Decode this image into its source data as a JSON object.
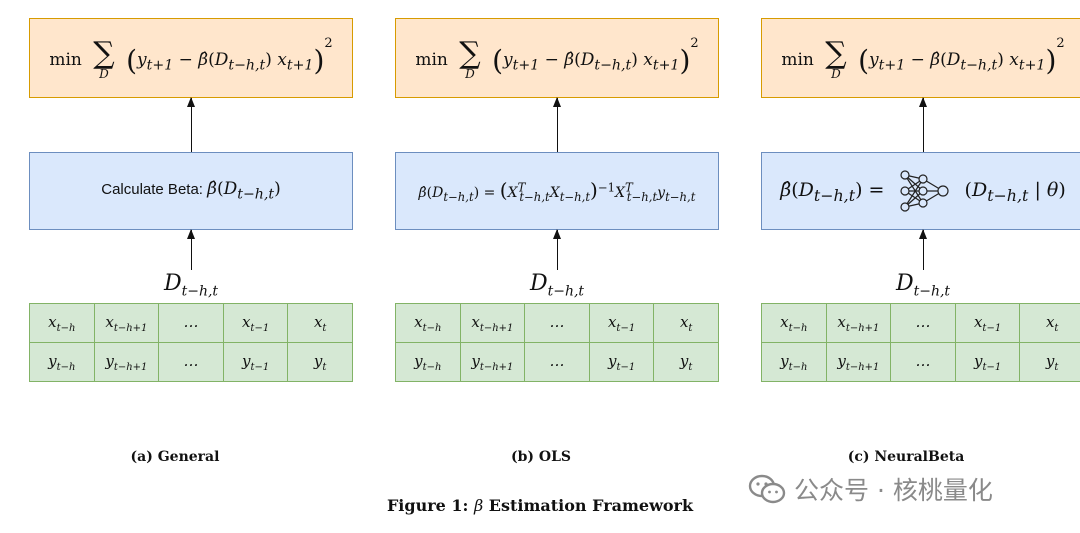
{
  "loss_formula": {
    "min": "min",
    "sum_index": "D",
    "term": "y",
    "term_sub": "t+1",
    "minus": " − ",
    "beta": "β̂",
    "d_var": "D",
    "d_sub": "t−h,t",
    "x_var": "x",
    "x_sub": "t+1",
    "exp": "2"
  },
  "panels": [
    {
      "caption": "(a) General",
      "beta_label": "Calculate Beta: ",
      "input_label": "D",
      "input_sub": "t−h,t"
    },
    {
      "caption": "(b) OLS",
      "input_label": "D",
      "input_sub": "t−h,t"
    },
    {
      "caption": "(c) NeuralBeta",
      "input_label": "D",
      "input_sub": "t−h,t",
      "theta": "θ"
    }
  ],
  "grid": {
    "row1": [
      [
        "x",
        "t−h"
      ],
      [
        "x",
        "t−h+1"
      ],
      [
        "…",
        ""
      ],
      [
        "x",
        "t−1"
      ],
      [
        "x",
        "t"
      ]
    ],
    "row2": [
      [
        "y",
        "t−h"
      ],
      [
        "y",
        "t−h+1"
      ],
      [
        "…",
        ""
      ],
      [
        "y",
        "t−1"
      ],
      [
        "y",
        "t"
      ]
    ]
  },
  "figure_title": {
    "prefix": "Figure 1: ",
    "symbol": "β",
    "suffix": " Estimation Framework"
  },
  "watermark": "公众号 · 核桃量化",
  "colors": {
    "loss_fill": "#ffe6cc",
    "loss_stroke": "#d79b00",
    "beta_fill": "#dae8fc",
    "beta_stroke": "#6c8ebf",
    "grid_fill": "#d5e8d4",
    "grid_stroke": "#82b366"
  }
}
